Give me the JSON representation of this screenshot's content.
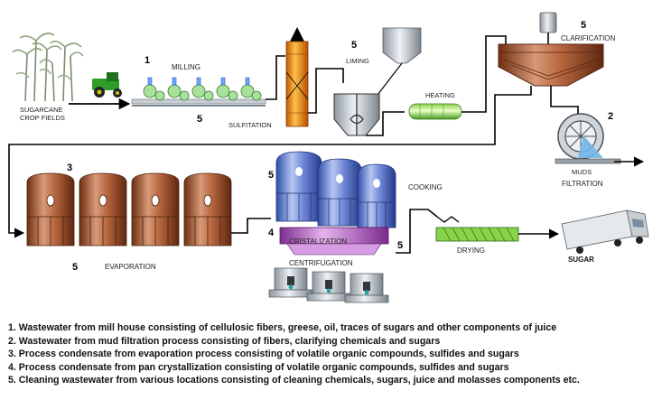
{
  "labels": {
    "crop_fields_line1": "SUGARCANE",
    "crop_fields_line2": "CROP FIELDS",
    "milling": "MILLING",
    "sulfitation": "SULFITATION",
    "liming": "LIMING",
    "heating": "HEATING",
    "clarification": "CLARIFICATION",
    "muds_line1": "MUDS",
    "muds_line2": "FILTRATION",
    "evaporation": "EVAPORATION",
    "cooking": "COOKING",
    "crystalization": "CRISTALIZATION",
    "centrifugation": "CENTRIFUGATION",
    "drying": "DRYING",
    "sugar": "SUGAR"
  },
  "markers": {
    "milling_1": "1",
    "milling_5": "5",
    "liming_5": "5",
    "clarification_5": "5",
    "muds_2": "2",
    "evaporation_3": "3",
    "evaporation_5": "5",
    "cooking_5": "5",
    "crystal_4": "4",
    "drying_5": "5"
  },
  "legend": [
    "1. Wastewater from mill house consisting of cellulosic fibers, greese, oil, traces of sugars and other components of juice",
    "2. Wastewater from mud filtration process consisting of fibers, clarifying chemicals and sugars",
    "3. Process condensate from evaporation process consisting of volatile organic compounds, sulfides and sugars",
    "4. Process condensate from pan crystallization consisting of volatile organic compounds, sulfides and sugars",
    "5. Cleaning wastewater from various locations consisting of cleaning chemicals, sugars, juice and molasses components etc."
  ]
}
